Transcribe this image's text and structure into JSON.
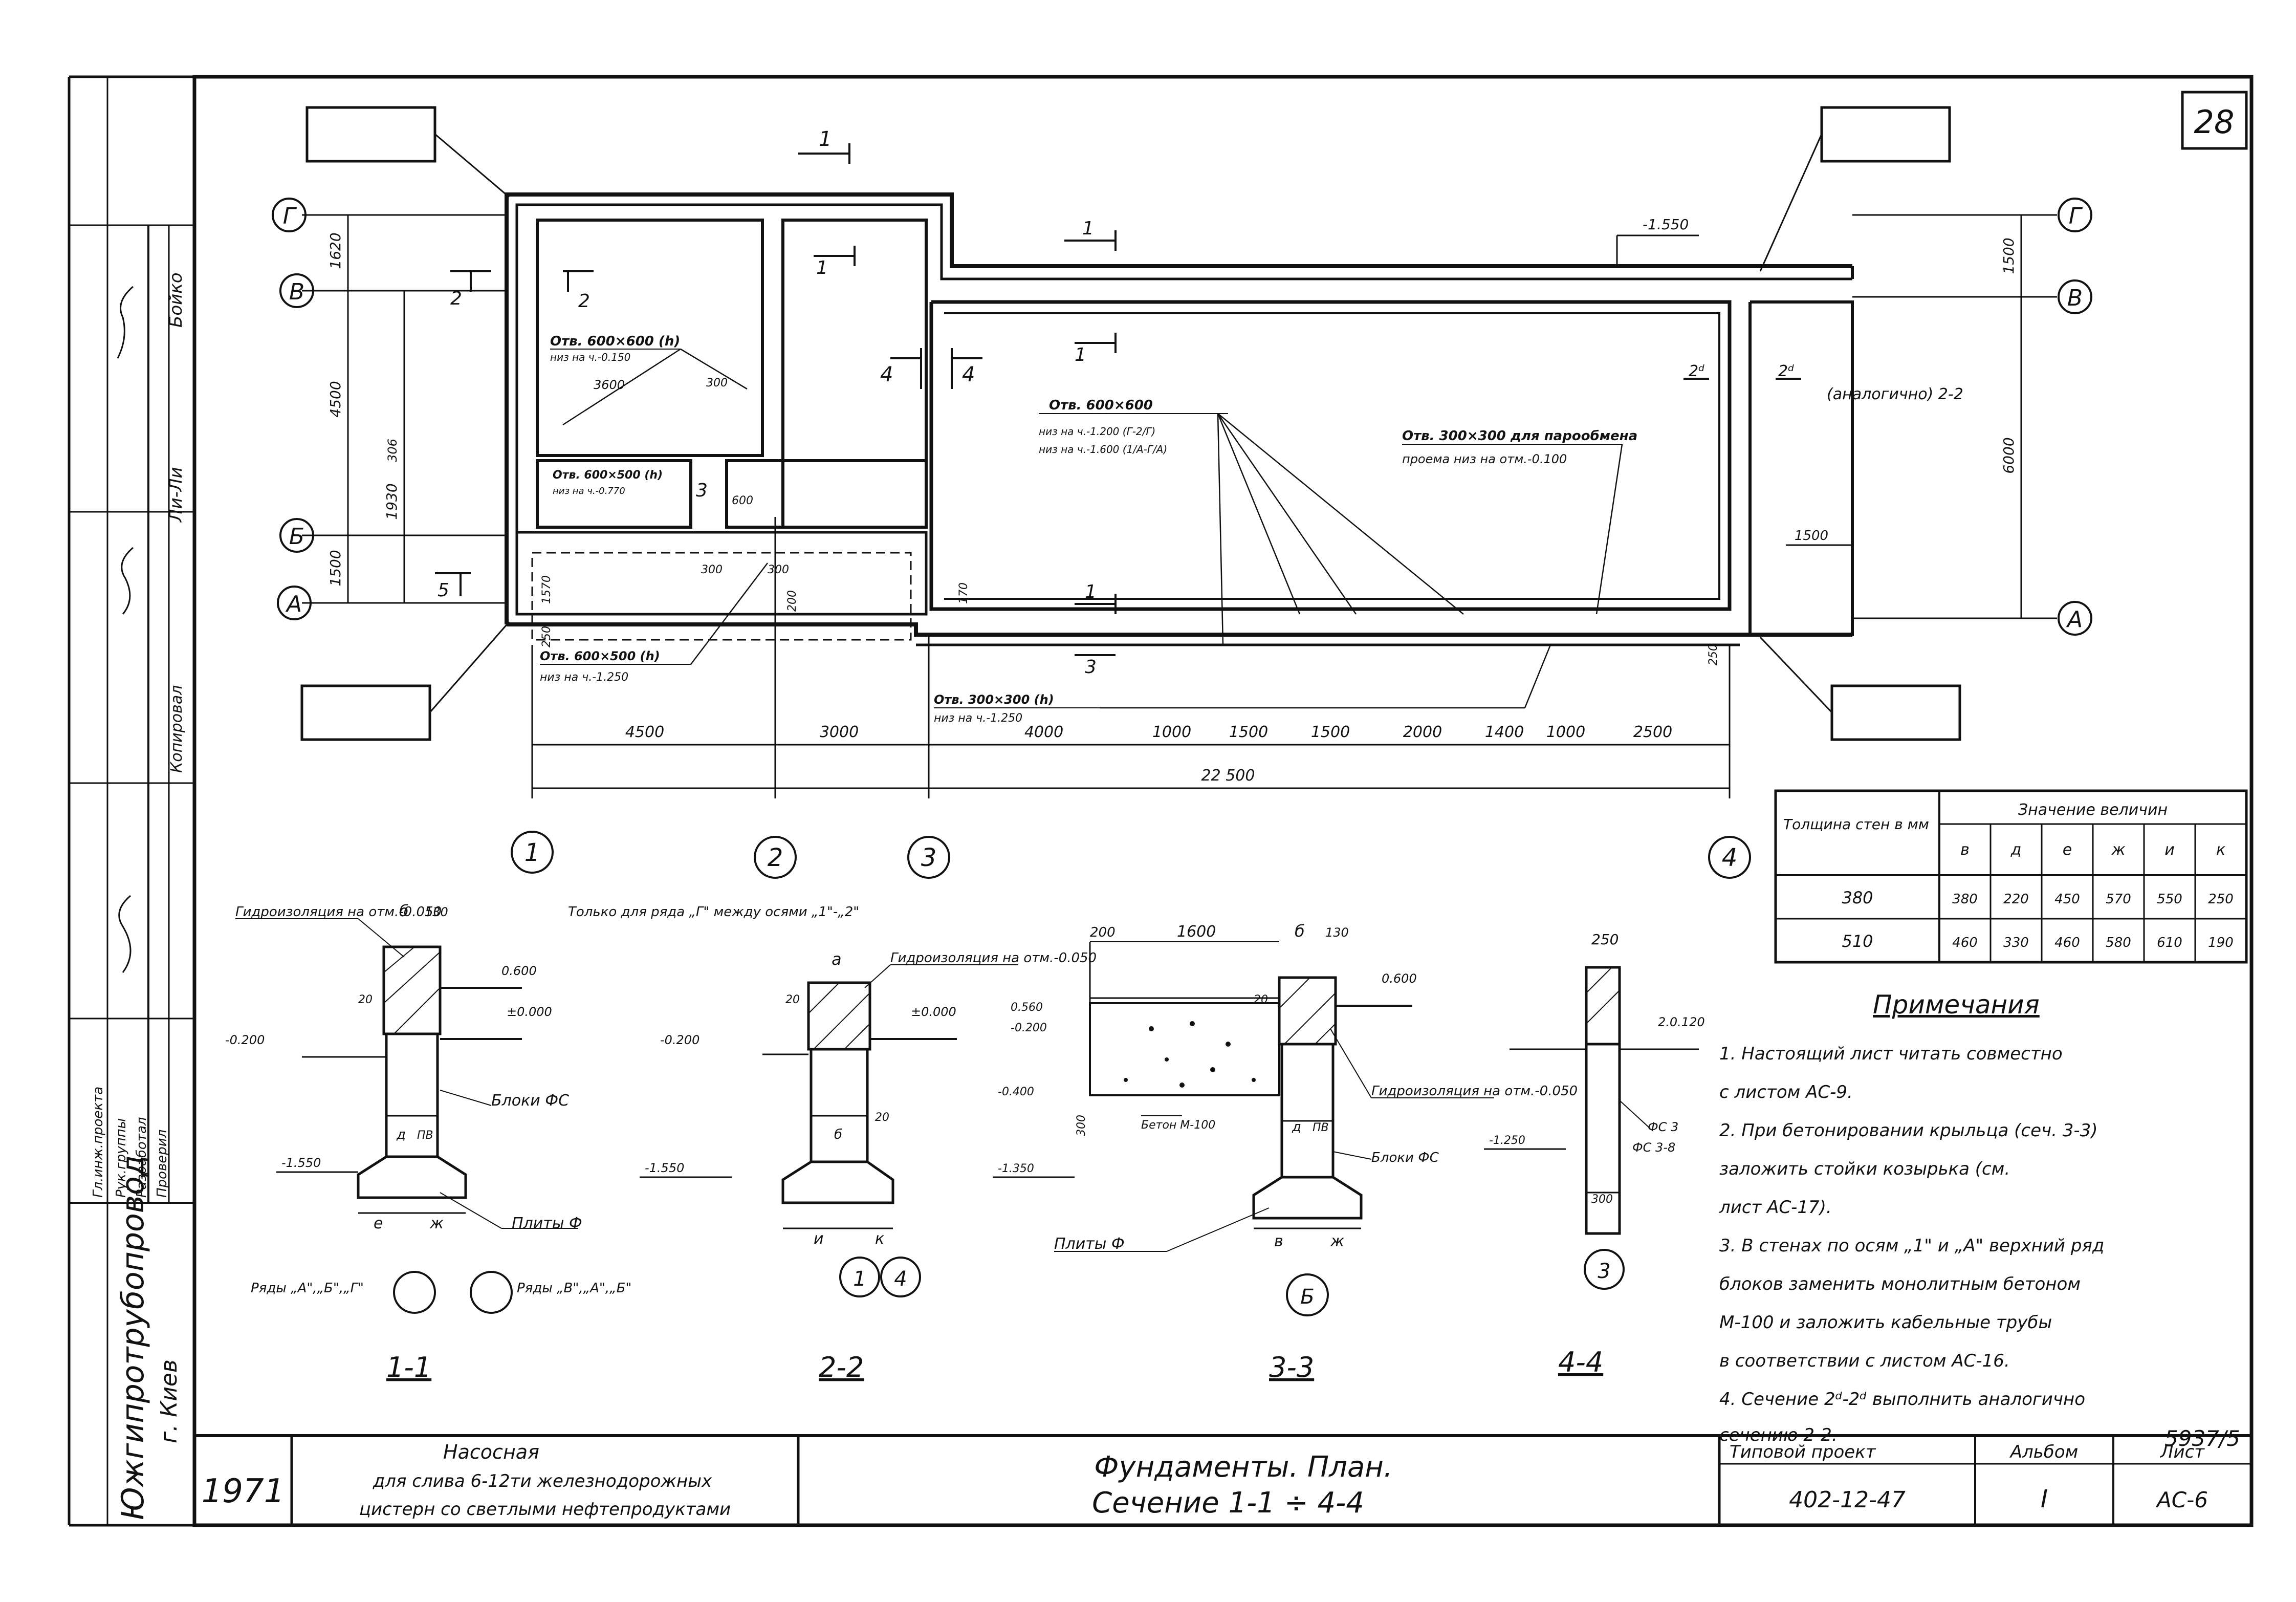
{
  "sheet_number": "28",
  "plan": {
    "axes_letters": [
      "Г",
      "В",
      "Б",
      "А"
    ],
    "axes_numbers": [
      "1",
      "2",
      "3",
      "4"
    ],
    "dims_bottom": [
      "4500",
      "3000",
      "4000",
      "1000",
      "1500",
      "1500",
      "2000",
      "1400",
      "1000",
      "2500"
    ],
    "dim_total": "22 500",
    "dims_left": [
      "1620",
      "4500",
      "306",
      "1930",
      "1500"
    ],
    "dims_right": [
      "1500",
      "6000",
      "1500"
    ],
    "level_top": "-1.550",
    "section_marks": [
      "1",
      "1",
      "1",
      "1",
      "1",
      "2",
      "2",
      "3",
      "3",
      "4",
      "4",
      "5",
      "2ᵈ",
      "2ᵈ"
    ],
    "note_analog": "(аналогично) 2-2",
    "callouts": [
      "Отв. 600×600 (h)",
      "низ на ч.-0.150",
      "Отв. 600×600",
      "низ на ч.-1.200 (Г-2/Г)",
      "низ на ч.-1.600 (1/А-Г/А)",
      "Отв. 300×300 для парообмена",
      "проема низ на отм.-0.100",
      "Отв. 600×500 (h)",
      "низ на ч.-0.770",
      "Отв. 600×500 (h)",
      "низ на ч.-1.250",
      "Отв. 300×300 (h)",
      "низ на ч.-1.250"
    ],
    "small_dims": [
      "3600",
      "300",
      "600",
      "300",
      "300",
      "200",
      "250",
      "170",
      "1570",
      "250"
    ]
  },
  "thickness_table": {
    "header_left": "Толщина стен в мм",
    "header_group": "Значение величин",
    "columns": [
      "в",
      "д",
      "е",
      "ж",
      "и",
      "к"
    ],
    "rows": [
      {
        "t": "380",
        "values": [
          "380",
          "220",
          "450",
          "570",
          "550",
          "250"
        ]
      },
      {
        "t": "510",
        "values": [
          "460",
          "330",
          "460",
          "580",
          "610",
          "190"
        ]
      }
    ]
  },
  "sections": {
    "s1": {
      "title": "1-1",
      "labels": [
        "Гидроизоляция на отм.-0.050",
        "Только для ряда „Г\" между осями „1\"-„2\"",
        "Блоки ФС",
        "Плиты Ф",
        "Ряды „А\",„Б\",„Г\"",
        "Ряды „В\",„А\",„Б\""
      ],
      "levels": [
        "0.600",
        "±0.000",
        "-0.200",
        "-1.550"
      ],
      "dims": [
        "б",
        "130",
        "20",
        "д",
        "ПВ",
        "е",
        "ж"
      ]
    },
    "s2": {
      "title": "2-2",
      "labels": [
        "Гидроизоляция на отм.-0.050"
      ],
      "levels": [
        "±0.000",
        "-0.200",
        "-1.550"
      ],
      "dims": [
        "а",
        "20",
        "б",
        "20",
        "и",
        "к"
      ],
      "axes": [
        "1",
        "4"
      ]
    },
    "s3": {
      "title": "3-3",
      "labels": [
        "Гидроизоляция на отм.-0.050",
        "Блоки ФС",
        "Плиты Ф",
        "Бетон М-100"
      ],
      "levels": [
        "0.600",
        "0.560",
        "-0.200",
        "-0.400",
        "-1.350"
      ],
      "dims": [
        "200",
        "1600",
        "б",
        "130",
        "20",
        "д",
        "ПВ",
        "в",
        "ж",
        "300"
      ],
      "axes": [
        "Б"
      ]
    },
    "s4": {
      "title": "4-4",
      "labels": [
        "ФС 3",
        "ФС 3-8"
      ],
      "levels": [
        "2.0.120",
        "-1.250"
      ],
      "dims": [
        "250",
        "300"
      ],
      "axes": [
        "3"
      ]
    }
  },
  "notes": {
    "title": "Примечания",
    "items": [
      "1. Настоящий лист читать совместно",
      "с листом АС-9.",
      "2. При бетонировании крыльца (сеч. 3-3)",
      "заложить стойки козырька (см.",
      "лист АС-17).",
      "3. В стенах по осям „1\" и „А\" верхний ряд",
      "блоков заменить монолитным бетоном",
      "М-100 и заложить кабельные трубы",
      "в соответствии с листом АС-16.",
      "4. Сечение 2ᵈ-2ᵈ выполнить аналогично",
      "сечению 2-2."
    ]
  },
  "stamp_number": "5937/5",
  "title_block": {
    "org_lines": [
      "Южгипротрубопровод",
      "г. Киев"
    ],
    "year": "1971",
    "project_name": [
      "Насосная",
      "для слива 6-12ти железнодорожных",
      "цистерн со светлыми нефтепродуктами"
    ],
    "sheet_title": [
      "Фундаменты. План.",
      "Сечение 1-1 ÷ 4-4"
    ],
    "typical_label": "Типовой проект",
    "typical_value": "402-12-47",
    "album_label": "Альбом",
    "album_value": "I",
    "sheet_label": "Лист",
    "sheet_value": "АС-6"
  },
  "side_stamp": {
    "roles": [
      "Гл.инж.проекта",
      "Рук.группы",
      "Разработал",
      "Проверил"
    ],
    "names": [
      "Бойко",
      "Ли-Ли",
      "Копировал"
    ]
  }
}
